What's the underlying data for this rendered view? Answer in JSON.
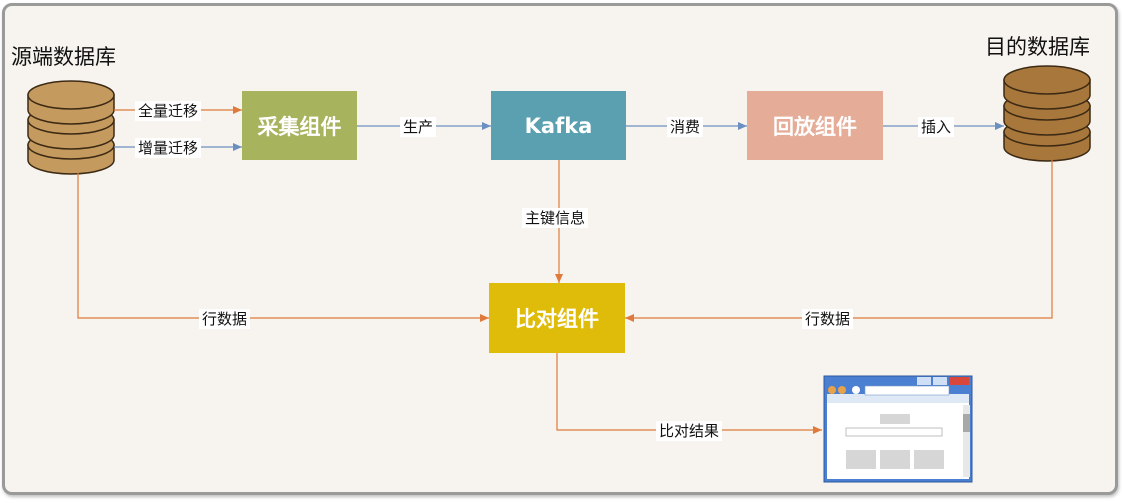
{
  "source_db": {
    "title": "源端数据库"
  },
  "target_db": {
    "title": "目的数据库"
  },
  "components": {
    "collector": {
      "label": "采集组件",
      "color": "#a8b35e"
    },
    "kafka": {
      "label": "Kafka",
      "color": "#5aa0b0"
    },
    "replay": {
      "label": "回放组件",
      "color": "#e5ac98"
    },
    "compare": {
      "label": "比对组件",
      "color": "#e0bc0a"
    }
  },
  "edges": {
    "full_migration": "全量迁移",
    "incremental_migration": "增量迁移",
    "produce": "生产",
    "consume": "消费",
    "insert": "插入",
    "primary_key_info": "主键信息",
    "row_data_source": "行数据",
    "row_data_target": "行数据",
    "compare_result": "比对结果"
  },
  "colors": {
    "orange_arrow": "#e07a3a",
    "blue_arrow": "#6b8fbf",
    "db_source": "#c49a5e",
    "db_target": "#a8773c"
  }
}
